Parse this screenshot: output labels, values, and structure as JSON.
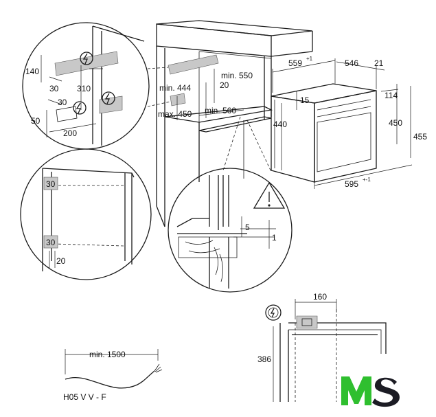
{
  "dimensions": {
    "niche_depth": "559",
    "niche_depth_tol": "+1",
    "oven_depth": "546",
    "front_thickness": "21",
    "front_gap_114": "114",
    "oven_height_450": "450",
    "oven_total_455": "455",
    "oven_body_440": "440",
    "top_offset_15": "15",
    "oven_width": "595",
    "oven_width_tol": "+-1",
    "niche_min_550": "min. 550",
    "niche_gap_20": "20",
    "niche_min_444": "min. 444",
    "niche_max_450": "max. 450",
    "niche_min_560": "min. 560"
  },
  "detail_socket": {
    "d140": "140",
    "d30a": "30",
    "d310": "310",
    "d30b": "30",
    "d50": "50",
    "d200": "200"
  },
  "detail_vent": {
    "d30_top": "30",
    "d30_bottom": "30",
    "d20": "20"
  },
  "detail_gap": {
    "d5": "5",
    "d1": "1"
  },
  "detail_connection": {
    "d160": "160",
    "d386": "386"
  },
  "cable": {
    "min_length": "min. 1500",
    "type": "H05 V V - F"
  },
  "logo": {
    "text": "MS",
    "color_m": "#2fbf2f",
    "color_s": "#1c1c24"
  },
  "icons": {
    "electric": "electric-hazard-icon",
    "warning": "warning-triangle-icon"
  }
}
